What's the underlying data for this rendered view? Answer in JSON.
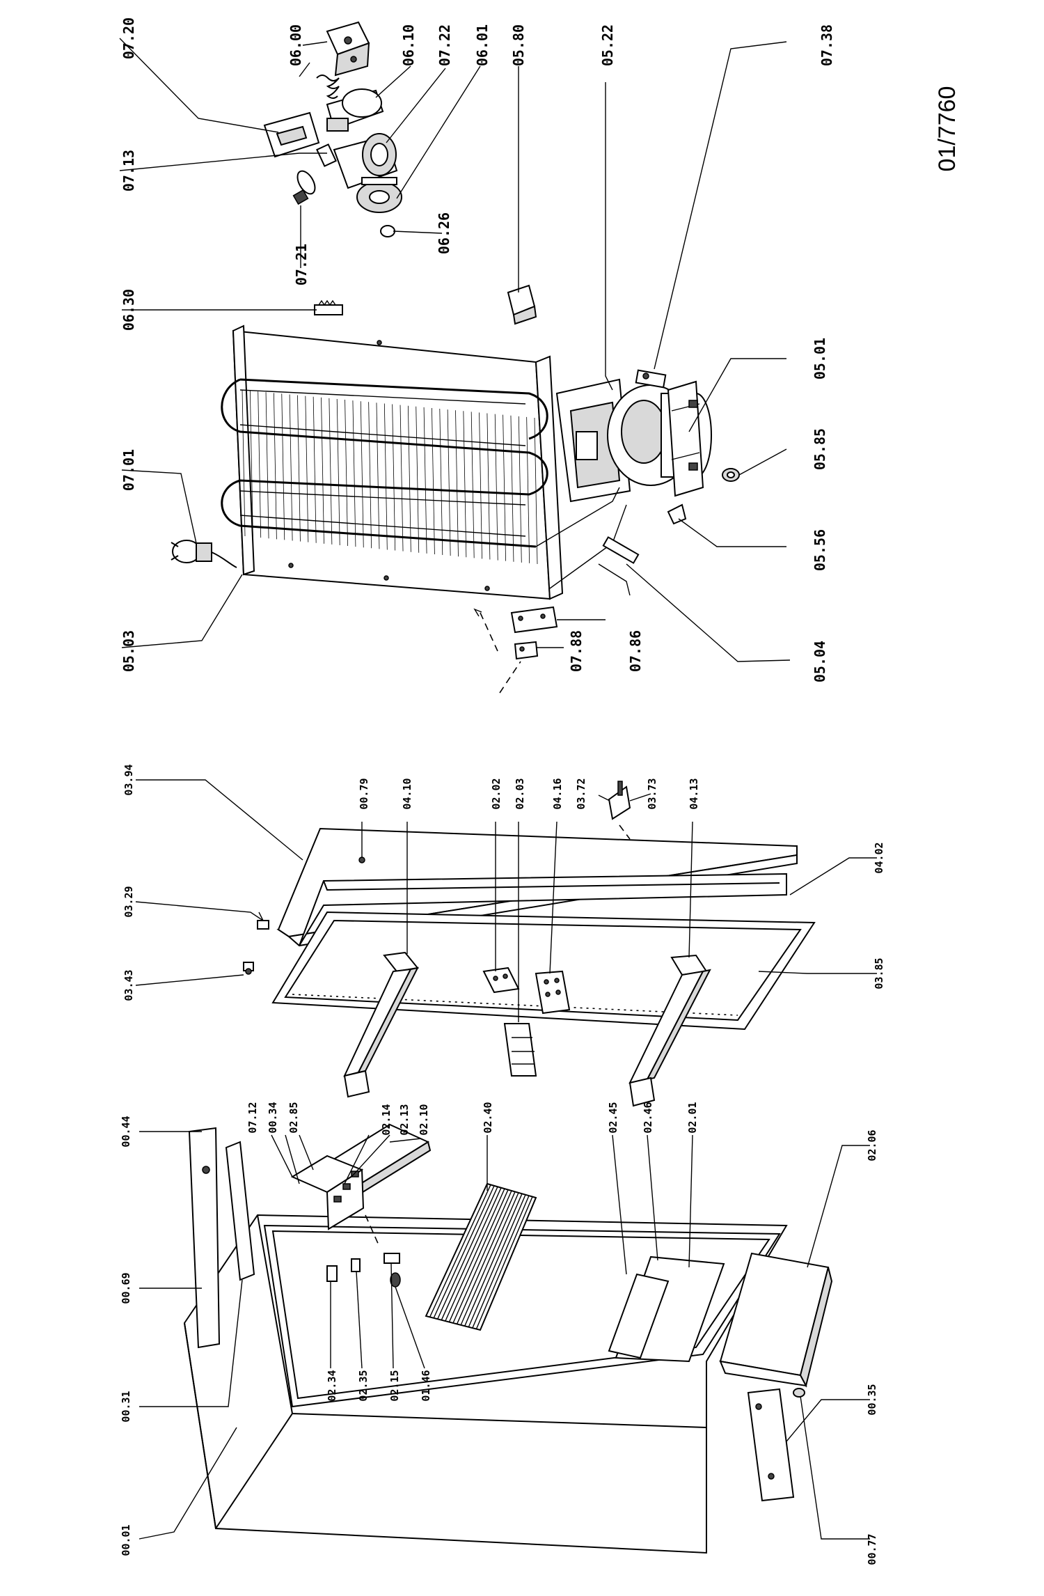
{
  "document": {
    "number": "01/7760"
  },
  "labels": {
    "p0720": "07.20",
    "p0600": "06.00",
    "p0610": "06.10",
    "p0722": "07.22",
    "p0601": "06.01",
    "p0580": "05.80",
    "p0522": "05.22",
    "p0738": "07.38",
    "p0713": "07.13",
    "p0721": "07.21",
    "p0626": "06.26",
    "p0630": "06.30",
    "p0701": "07.01",
    "p0503": "05.03",
    "p0788": "07.88",
    "p0786": "07.86",
    "p0504": "05.04",
    "p0556": "05.56",
    "p0585": "05.85",
    "p0501": "05.01",
    "p0394": "03.94",
    "p0329": "03.29",
    "p0343": "03.43",
    "p0079": "00.79",
    "p0410": "04.10",
    "p0202": "02.02",
    "p0203": "02.03",
    "p0416": "04.16",
    "p0372": "03.72",
    "p0373": "03.73",
    "p0413": "04.13",
    "p0402": "04.02",
    "p0385": "03.85",
    "p0044": "00.44",
    "p0712": "07.12",
    "p0034": "00.34",
    "p0285": "02.85",
    "p0214": "02.14",
    "p0213": "02.13",
    "p0210": "02.10",
    "p0240": "02.40",
    "p0245": "02.45",
    "p0246": "02.46",
    "p0201": "02.01",
    "p0206": "02.06",
    "p0069": "00.69",
    "p0031": "00.31",
    "p0001": "00.01",
    "p0234": "02.34",
    "p0235": "02.35",
    "p0215": "02.15",
    "p0146": "01.46",
    "p0035": "00.35",
    "p0077": "00.77"
  }
}
